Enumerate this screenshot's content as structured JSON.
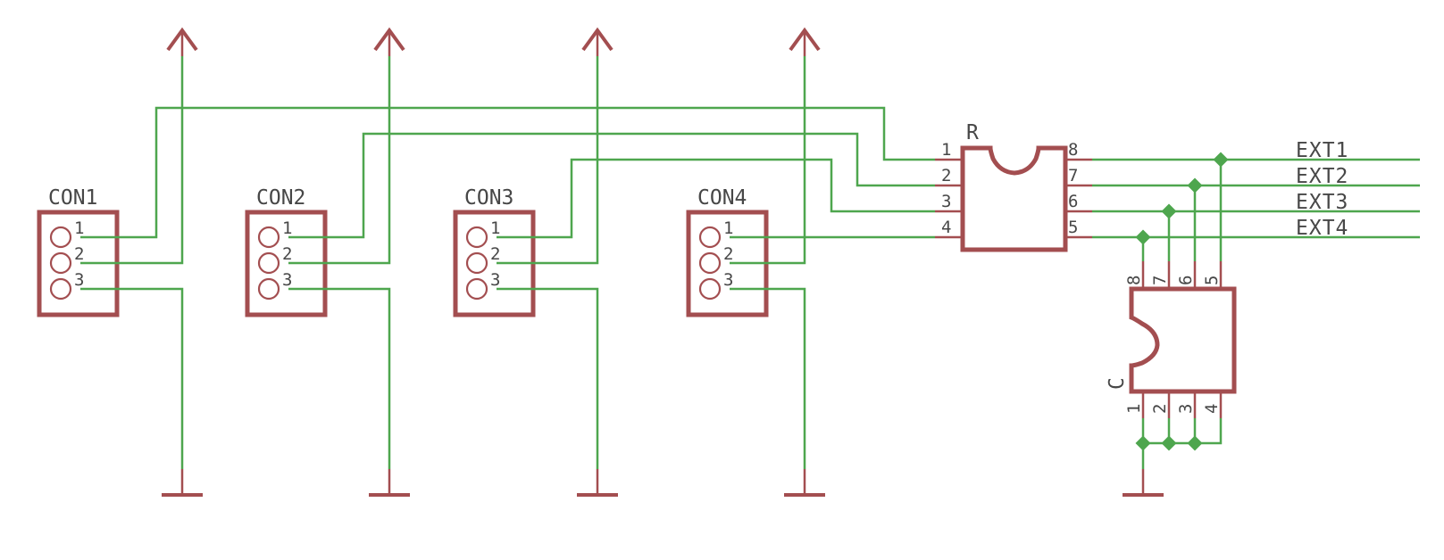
{
  "schematic": {
    "colors": {
      "wire": "#4ea64e",
      "part": "#a34e50",
      "text": "#474747",
      "background": "#ffffff"
    },
    "connectors": [
      {
        "name": "CON1",
        "pins": [
          "1",
          "2",
          "3"
        ]
      },
      {
        "name": "CON2",
        "pins": [
          "1",
          "2",
          "3"
        ]
      },
      {
        "name": "CON3",
        "pins": [
          "1",
          "2",
          "3"
        ]
      },
      {
        "name": "CON4",
        "pins": [
          "1",
          "2",
          "3"
        ]
      }
    ],
    "chip_r": {
      "name": "R",
      "left_pins": [
        "1",
        "2",
        "3",
        "4"
      ],
      "right_pins": [
        "8",
        "7",
        "6",
        "5"
      ]
    },
    "chip_c": {
      "name": "C",
      "top_pins": [
        "8",
        "7",
        "6",
        "5"
      ],
      "bottom_pins": [
        "1",
        "2",
        "3",
        "4"
      ]
    },
    "nets": [
      "EXT1",
      "EXT2",
      "EXT3",
      "EXT4"
    ],
    "supply_symbols": [
      "supply-arrow",
      "supply-arrow",
      "supply-arrow",
      "supply-arrow"
    ],
    "ground_symbols": [
      "ground",
      "ground",
      "ground",
      "ground",
      "ground"
    ]
  }
}
